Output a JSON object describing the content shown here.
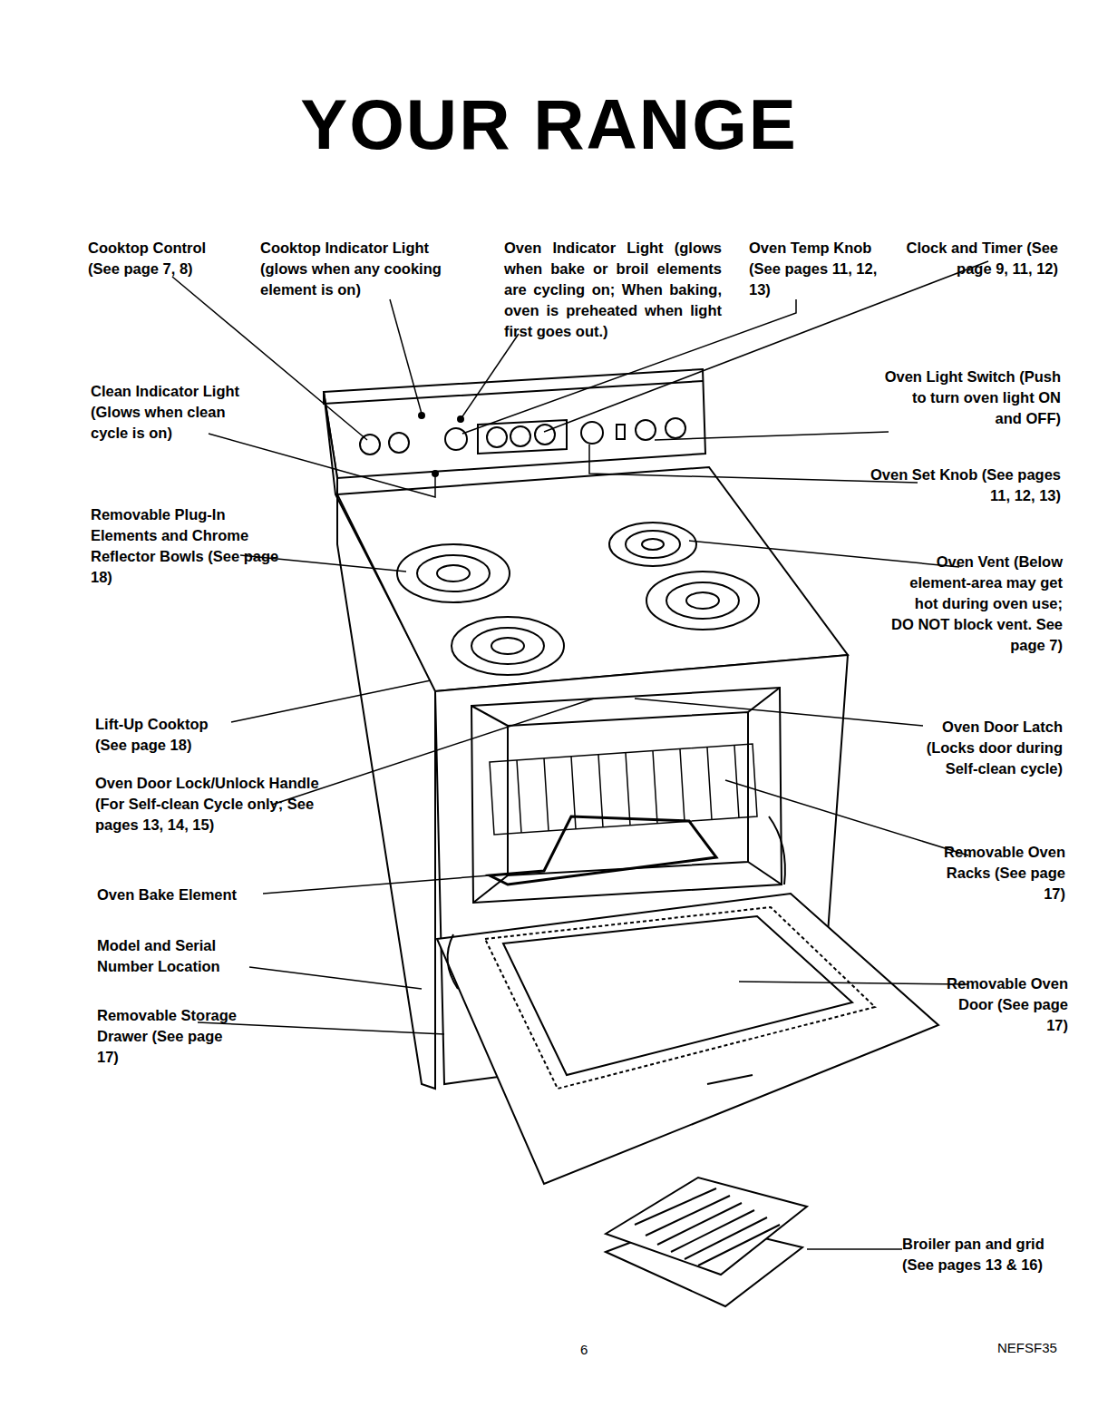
{
  "diagram": {
    "title": "YOUR RANGE",
    "labels": [
      "Cooktop Control (See page 7, 8)",
      "Cooktop Indicator Light (glows when any cooking element is on)",
      "Oven Indicator Light (glows when bake or broil elements are cycling on; When baking, oven is preheated when light first goes out.)",
      "Oven Temp Knob (See pages 11, 12, 13)",
      "Clock and Timer (See page 9, 11, 12)",
      "Clean Indicator Light (Glows when clean cycle is on)",
      "Oven Light Switch (Push to turn oven light ON and OFF)",
      "Oven Set Knob (See pages 11, 12, 13)",
      "Removable Plug-In Elements and Chrome Reflector Bowls (See page 18)",
      "Oven Vent (Below element-area may get hot during oven use; DO NOT block vent. See page 7)",
      "Lift-Up Cooktop (See page 18)",
      "Oven Door Latch (Locks door during Self-clean cycle)",
      "Oven Door Lock/Unlock Handle (For Self-clean Cycle only; See pages 13, 14, 15)",
      "Removable Oven Racks (See page 17)",
      "Oven Bake Element",
      "Model and Serial Number Location",
      "Removable Oven Door (See page 17)",
      "Removable Storage Drawer (See page 17)",
      "Broiler pan and grid (See pages 13 & 16)",
      "6",
      "NEFSF35"
    ]
  }
}
